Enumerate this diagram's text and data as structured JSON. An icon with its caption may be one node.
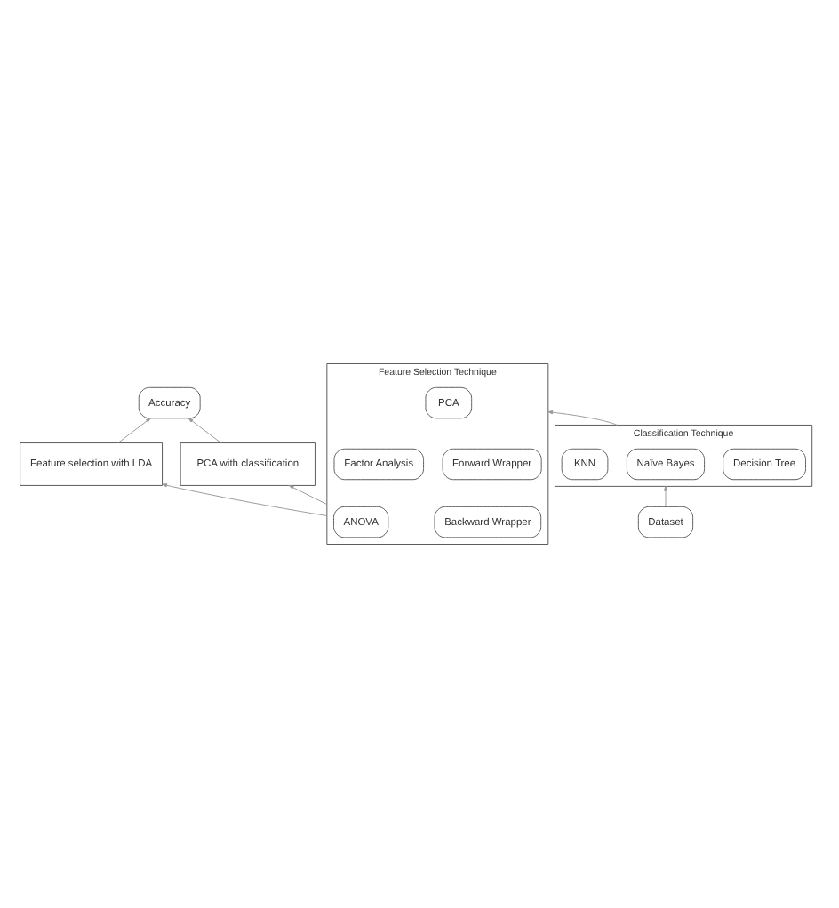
{
  "diagram": {
    "nodes": [
      {
        "text": [
          "Accuracy"
        ]
      },
      {
        "text": [
          "Feature selection with LDA"
        ]
      },
      {
        "text": [
          "PCA with classification"
        ]
      },
      {
        "text": [
          "Feature Selection Technique"
        ]
      },
      {
        "text": [
          "PCA"
        ],
        "in": 3
      },
      {
        "text": [
          "Forward Wrapper"
        ],
        "in": 3
      },
      {
        "text": [
          "Factor Analysis"
        ],
        "in": 3
      },
      {
        "text": [
          "Backward Wrapper"
        ],
        "in": 3
      },
      {
        "text": [
          "ANOVA"
        ],
        "in": 3
      },
      {
        "text": [
          "Classification Technique"
        ]
      },
      {
        "text": [
          "Decision Tree"
        ],
        "in": 9
      },
      {
        "text": [
          "Naïve Bayes"
        ],
        "in": 9
      },
      {
        "text": [
          "KNN"
        ],
        "in": 9
      },
      {
        "text": [
          "Dataset"
        ]
      }
    ],
    "edges": [
      {
        "from": 13,
        "to": 9,
        "arrow": "to"
      },
      {
        "from": 9,
        "to": 3,
        "arrow": "to"
      },
      {
        "from": 3,
        "to": 1,
        "arrow": "to"
      },
      {
        "from": 3,
        "to": 2,
        "arrow": "to"
      },
      {
        "from": 1,
        "to": 0,
        "arrow": "to"
      },
      {
        "from": 2,
        "to": 0,
        "arrow": "to"
      }
    ]
  }
}
